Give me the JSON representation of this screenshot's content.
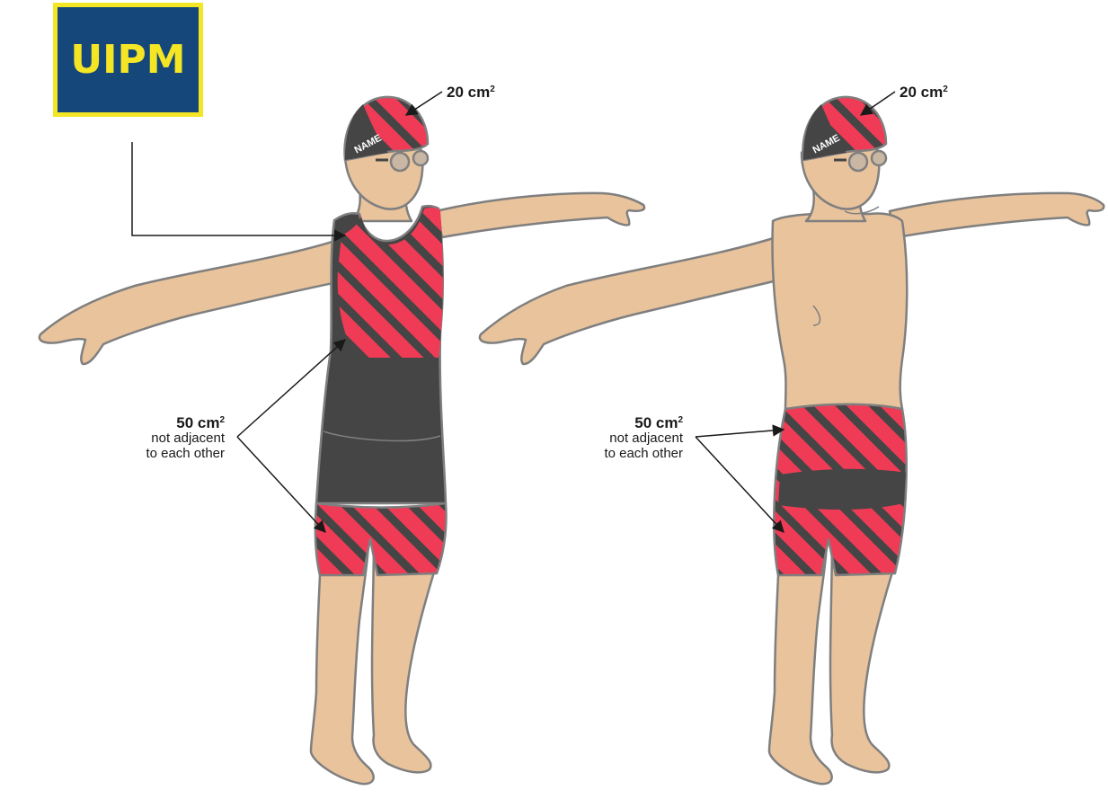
{
  "logo": {
    "text": "UIPM"
  },
  "left_figure": {
    "cap_tag": "NAME",
    "cap_label": {
      "value": "20 cm",
      "sup": "2"
    },
    "body_label": {
      "value": "50 cm",
      "sup": "2",
      "line1": "not adjacent",
      "line2": "to each other"
    }
  },
  "right_figure": {
    "cap_tag": "NAME",
    "cap_label": {
      "value": "20 cm",
      "sup": "2"
    },
    "body_label": {
      "value": "50 cm",
      "sup": "2",
      "line1": "not adjacent",
      "line2": "to each other"
    }
  },
  "colors": {
    "skin": "#e8c39c",
    "outline": "#7f7f7f",
    "suit_dark": "#454545",
    "stripe_red": "#ef3b55",
    "logo_blue": "#15477a",
    "logo_yellow": "#f5e625",
    "lens": "#c9b7a4"
  }
}
